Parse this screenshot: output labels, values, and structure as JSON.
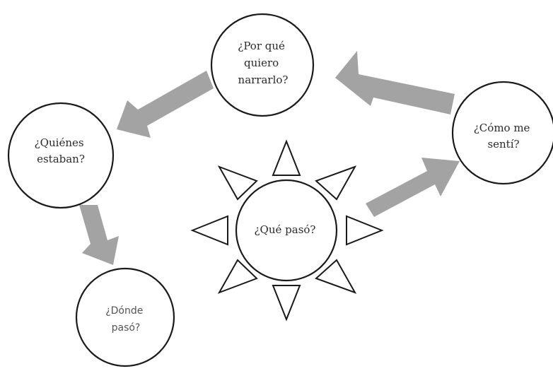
{
  "diagram": {
    "nodes": [
      {
        "id": "por-que",
        "lines": [
          "¿Por qué",
          "quiero",
          "narrarlo?"
        ]
      },
      {
        "id": "quienes",
        "lines": [
          "¿Quiénes",
          "estaban?"
        ]
      },
      {
        "id": "como-me-senti",
        "lines": [
          "¿Cómo me",
          "sentí?"
        ]
      },
      {
        "id": "que-paso",
        "lines": [
          "¿Qué pasó?"
        ]
      },
      {
        "id": "donde-paso",
        "lines": [
          "¿Dónde",
          "pasó?"
        ]
      }
    ],
    "arrow_color": "#a3a3a3",
    "stroke_color": "#1a1a1a"
  }
}
